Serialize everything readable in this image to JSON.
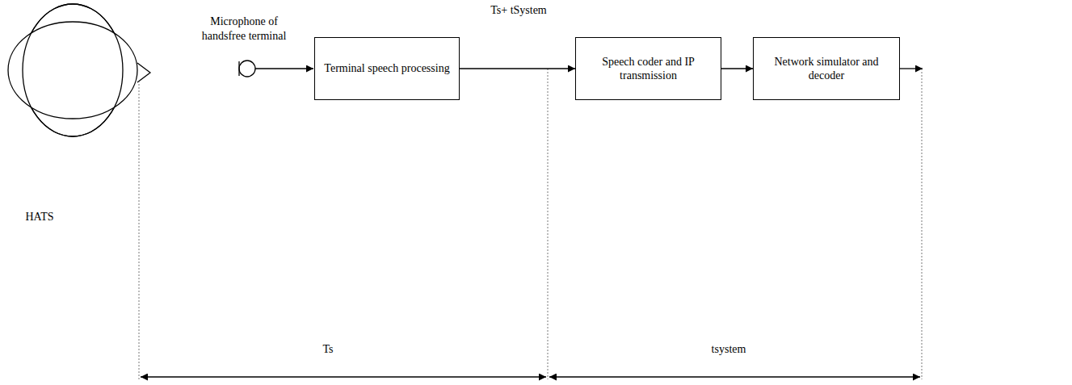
{
  "diagram": {
    "nodes": [
      {
        "text": [
          "Terminal speech processing"
        ]
      },
      {
        "text": [
          "Speech coder and IP transmission"
        ]
      },
      {
        "text": [
          "Network simulator and decoder"
        ]
      }
    ],
    "edges": [
      {
        "from": 0,
        "to": 1,
        "arrow": "to"
      },
      {
        "from": 1,
        "to": 2,
        "arrow": "to"
      }
    ],
    "labels": [
      "Ts+ tSystem",
      "Microphone of handsfree terminal",
      "HATS",
      "Ts",
      "tsystem"
    ]
  }
}
